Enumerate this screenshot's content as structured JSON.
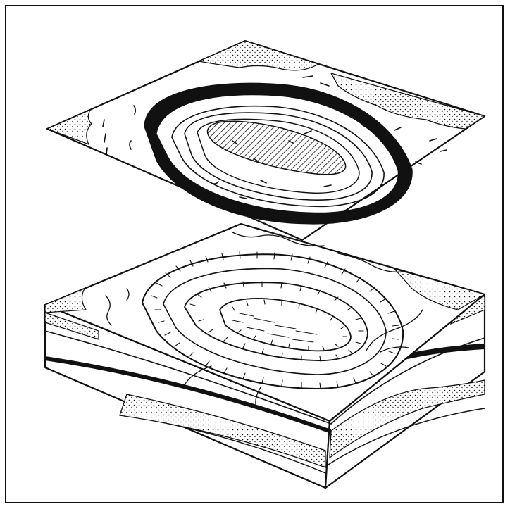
{
  "figure": {
    "subject": "geologic-map-above-block-diagram-of-eroded-dome",
    "colors": {
      "ink": "#111111",
      "paper": "#ffffff",
      "stipple": "#111111"
    },
    "panels": [
      {
        "name": "geologic-map-plane"
      },
      {
        "name": "block-diagram"
      }
    ]
  }
}
